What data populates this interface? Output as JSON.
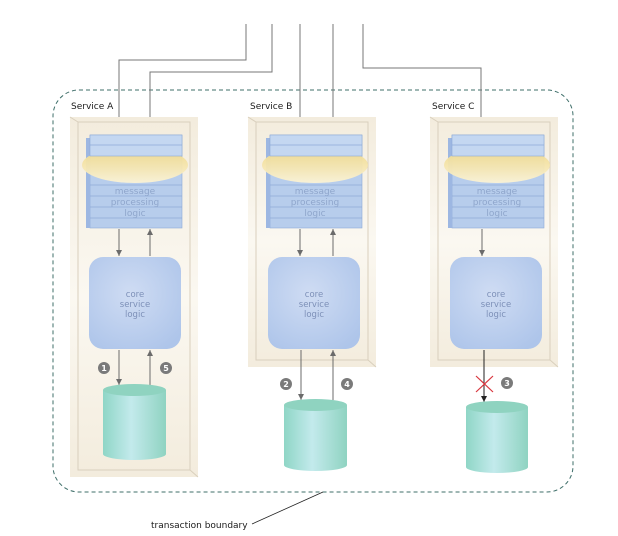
{
  "diagram": {
    "services": [
      {
        "name": "Service A",
        "stack_label": [
          "message",
          "processing",
          "logic"
        ],
        "core_label": [
          "core",
          "service",
          "logic"
        ],
        "steps_down": "1",
        "steps_up": "5",
        "db_link_status": "ok"
      },
      {
        "name": "Service B",
        "stack_label": [
          "message",
          "processing",
          "logic"
        ],
        "core_label": [
          "core",
          "service",
          "logic"
        ],
        "steps_down": "2",
        "steps_up": "4",
        "db_link_status": "ok"
      },
      {
        "name": "Service C",
        "stack_label": [
          "message",
          "processing",
          "logic"
        ],
        "core_label": [
          "core",
          "service",
          "logic"
        ],
        "steps_down": "3",
        "db_link_status": "failed"
      }
    ],
    "boundary_label": "transaction boundary",
    "colors": {
      "container_fill": "#f6f0e4",
      "stack_fill": "#b7cdec",
      "ring_fill": "#f3e2a0",
      "core_fill": "#bcd0ef",
      "db_fill": "#a9e0d5",
      "step_badge": "#7a7a7a",
      "fail_mark": "#d9363e",
      "boundary_stroke": "#3f6f6a"
    }
  }
}
